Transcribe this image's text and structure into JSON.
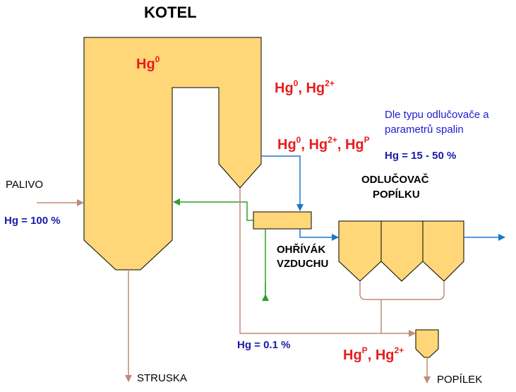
{
  "title": "KOTEL",
  "labels": {
    "palivo": "PALIVO",
    "palivo_hg": "Hg = 100 %",
    "struska": "STRUSKA",
    "popilek": "POPÍLEK",
    "ohrivak_line1": "OHŘÍVÁK",
    "ohrivak_line2": "VZDUCHU",
    "odlucovac_line1": "ODLUČOVAČ",
    "odlucovac_line2": "POPÍLKU",
    "note_line1": "Dle typu odlučovače a",
    "note_line2": "parametrů spalin",
    "note_hg": "Hg = 15 - 50 %",
    "bottom_hg": "Hg = 0.1 %"
  },
  "species": {
    "hg": "Hg",
    "sep": ", ",
    "zero": "0",
    "two_plus": "2+",
    "p": "P"
  },
  "colors": {
    "fill": "#ffd778",
    "outline": "#000000",
    "flue_blue": "#1a78c8",
    "air_green": "#2aa02a",
    "ash_brown": "#c08a78",
    "red_text": "#e81c1c",
    "blue_text": "#1a1aa8"
  }
}
